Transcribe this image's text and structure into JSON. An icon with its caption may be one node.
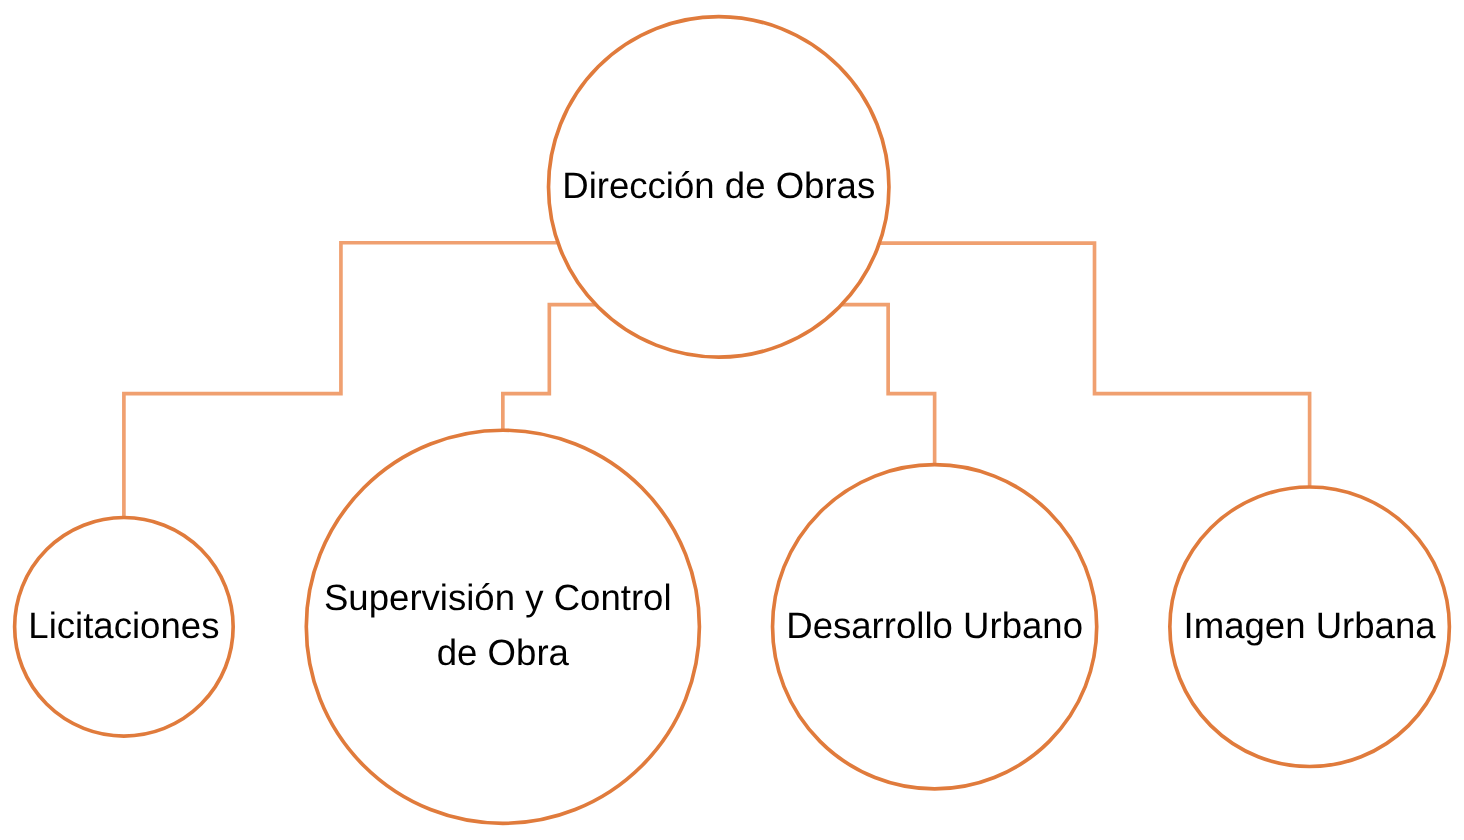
{
  "diagram": {
    "nodes": [
      {
        "text": [
          "Dirección de Obras"
        ]
      },
      {
        "text": [
          "Licitaciones"
        ]
      },
      {
        "text": [
          "Supervisión y Control de Obra"
        ]
      },
      {
        "text": [
          "Desarrollo Urbano"
        ]
      },
      {
        "text": [
          "Imagen Urbana"
        ]
      }
    ],
    "edges": [
      {
        "from": 0,
        "to": 1,
        "arrow": "none"
      },
      {
        "from": 0,
        "to": 2,
        "arrow": "none"
      },
      {
        "from": 0,
        "to": 3,
        "arrow": "none"
      },
      {
        "from": 0,
        "to": 4,
        "arrow": "none"
      }
    ]
  }
}
